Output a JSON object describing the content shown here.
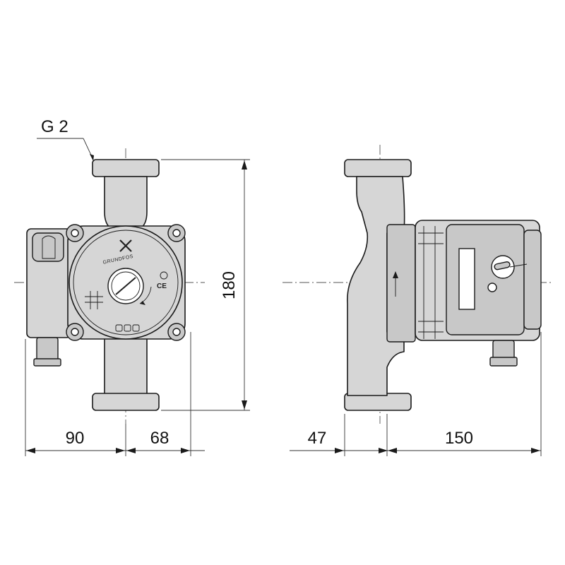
{
  "drawing": {
    "thread_label": "G 2",
    "brand": "GRUNDFOS",
    "ce_mark": "CE",
    "dimensions": {
      "height": "180",
      "left_width": "90",
      "port_to_center": "68",
      "side_offset": "47",
      "side_depth": "150"
    }
  }
}
